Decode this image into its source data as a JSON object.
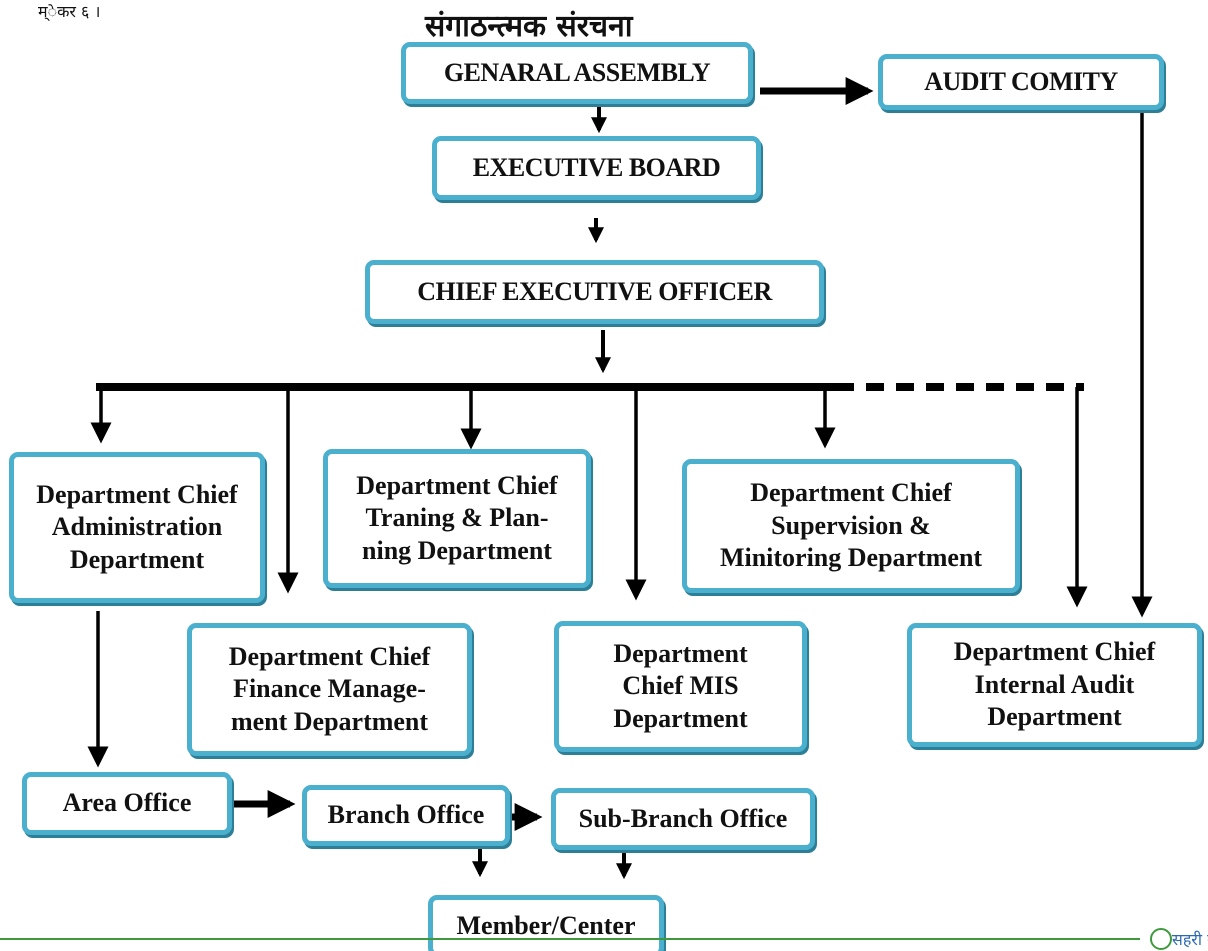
{
  "header": {
    "page_label": "म्ेकर ६ ।",
    "title": "संगाठन्त्मक संरचना"
  },
  "nodes": {
    "general_assembly": [
      "GENARAL ASSEMBLY"
    ],
    "audit_committee": [
      "AUDIT COMITY"
    ],
    "executive_board": [
      "EXECUTIVE BOARD"
    ],
    "ceo": [
      "CHIEF EXECUTIVE OFFICER"
    ],
    "dept_admin": [
      "Department Chief",
      "Administration",
      "Department"
    ],
    "dept_training": [
      "Department Chief",
      "Traning & Plan-",
      "ning Department"
    ],
    "dept_supervision": [
      "Department Chief",
      "Supervision &",
      "Minitoring Department"
    ],
    "dept_finance": [
      "Department Chief",
      "Finance Manage-",
      "ment Department"
    ],
    "dept_mis": [
      "Department",
      "Chief MIS",
      "Department"
    ],
    "dept_internal_audit": [
      "Department Chief",
      "Internal Audit",
      "Department"
    ],
    "area_office": [
      "Area Office"
    ],
    "branch_office": [
      "Branch Office"
    ],
    "sub_branch_office": [
      "Sub-Branch Office"
    ],
    "member_center": [
      "Member/Center"
    ]
  },
  "edges": [
    {
      "from": "general_assembly",
      "to": "audit_committee",
      "style": "solid"
    },
    {
      "from": "general_assembly",
      "to": "executive_board",
      "style": "solid"
    },
    {
      "from": "executive_board",
      "to": "ceo",
      "style": "solid"
    },
    {
      "from": "ceo",
      "to": "dept_admin",
      "style": "solid"
    },
    {
      "from": "ceo",
      "to": "dept_finance",
      "style": "solid"
    },
    {
      "from": "ceo",
      "to": "dept_training",
      "style": "solid"
    },
    {
      "from": "ceo",
      "to": "dept_mis",
      "style": "solid"
    },
    {
      "from": "ceo",
      "to": "dept_supervision",
      "style": "solid"
    },
    {
      "from": "ceo",
      "to": "dept_internal_audit",
      "style": "dashed"
    },
    {
      "from": "audit_committee",
      "to": "dept_internal_audit",
      "style": "solid"
    },
    {
      "from": "dept_admin",
      "to": "area_office",
      "style": "solid"
    },
    {
      "from": "area_office",
      "to": "branch_office",
      "style": "solid"
    },
    {
      "from": "branch_office",
      "to": "sub_branch_office",
      "style": "solid"
    },
    {
      "from": "branch_office",
      "to": "member_center",
      "style": "solid"
    },
    {
      "from": "sub_branch_office",
      "to": "member_center",
      "style": "solid"
    }
  ],
  "colors": {
    "box_border": "#4bb0cd",
    "box_shadow": "#2d7f97",
    "arrow": "#000000",
    "footer_rule": "#3f9a3f",
    "footer_text": "#2c6ab0"
  },
  "footer": {
    "organization": "सहरी ग्रामबासिक लघुवित्त वित्तीय संस्था लि"
  }
}
